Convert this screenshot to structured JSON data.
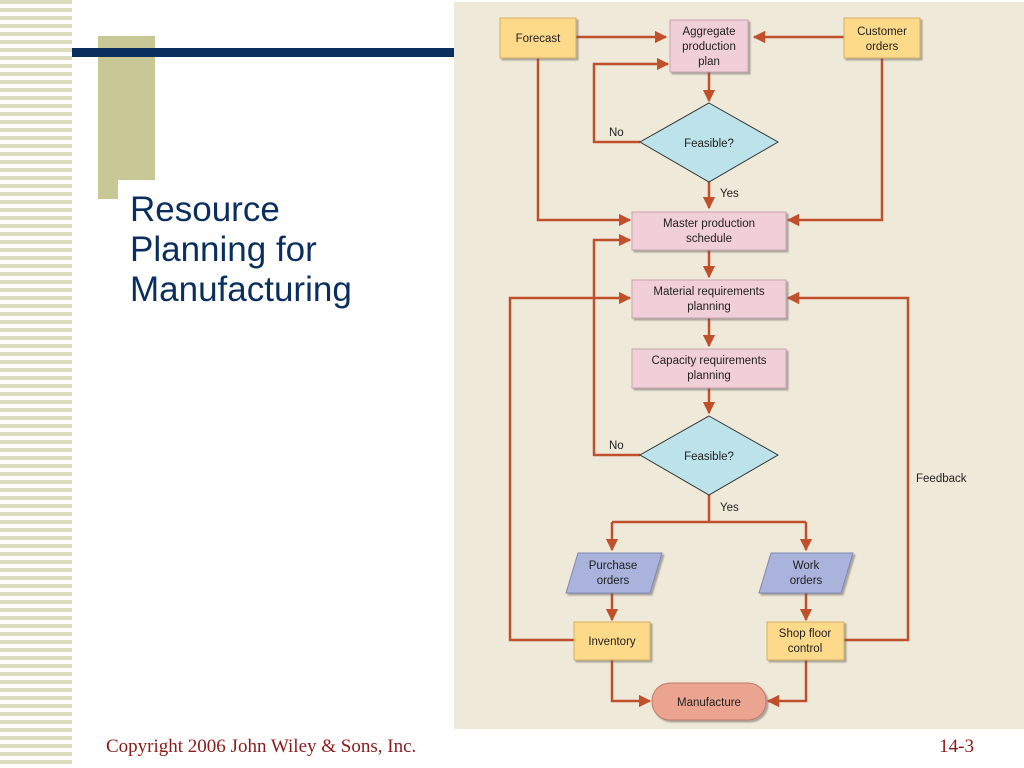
{
  "slide": {
    "title_lines": [
      "Resource",
      "Planning for",
      "Manufacturing"
    ],
    "copyright": "Copyright 2006 John Wiley & Sons, Inc.",
    "slide_number": "14-3"
  },
  "diagram": {
    "nodes": {
      "forecast": [
        "Forecast"
      ],
      "aggregate_plan": [
        "Aggregate",
        "production",
        "plan"
      ],
      "customer_orders": [
        "Customer",
        "orders"
      ],
      "feasible_1": [
        "Feasible?"
      ],
      "master_schedule": [
        "Master production",
        "schedule"
      ],
      "mrp": [
        "Material requirements",
        "planning"
      ],
      "crp": [
        "Capacity requirements",
        "planning"
      ],
      "feasible_2": [
        "Feasible?"
      ],
      "purchase_orders": [
        "Purchase",
        "orders"
      ],
      "work_orders": [
        "Work",
        "orders"
      ],
      "inventory": [
        "Inventory"
      ],
      "shop_floor": [
        "Shop floor",
        "control"
      ],
      "manufacture": [
        "Manufacture"
      ]
    },
    "edge_labels": {
      "no_1": "No",
      "yes_1": "Yes",
      "no_2": "No",
      "yes_2": "Yes",
      "feedback": "Feedback"
    }
  },
  "colors": {
    "title": "#0a2f5e",
    "footer": "#8b1a1a",
    "node_yellow": "#fdd98a",
    "node_pink": "#f0cfd9",
    "node_cyan": "#bde3ea",
    "node_blue": "#aab3dc",
    "node_salmon": "#eba48f",
    "arrow": "#c0502c",
    "panel": "#efe9d9"
  }
}
